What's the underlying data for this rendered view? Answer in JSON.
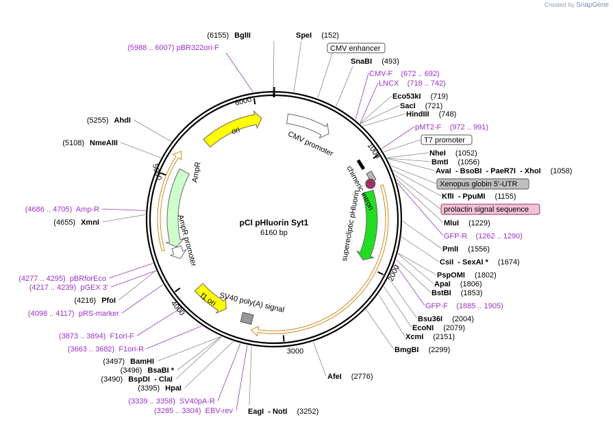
{
  "credit": {
    "prefix": "Created by",
    "brand": "SnapGene"
  },
  "plasmid": {
    "name": "pCI pHluorin Syt1",
    "length_label": "6160 bp",
    "length": 6160
  },
  "ticks": [
    {
      "label": "1000"
    },
    {
      "label": "2000"
    },
    {
      "label": "3000"
    },
    {
      "label": "4000"
    },
    {
      "label": "5000"
    },
    {
      "label": "6000"
    }
  ],
  "features": [
    {
      "name": "CMV enhancer",
      "color": "#ffffff",
      "boxed": true
    },
    {
      "name": "CMV promoter",
      "color": "#ffffff"
    },
    {
      "name": "T7 promoter",
      "color": "#ffffff",
      "boxed": true
    },
    {
      "name": "chimeric intron",
      "color": "#000000"
    },
    {
      "name": "Xenopus globin 5'-UTR",
      "color": "#b8b8b8",
      "boxed": true
    },
    {
      "name": "prolactin signal sequence",
      "color": "#993366",
      "boxed": true
    },
    {
      "name": "superecliptic pHluorin",
      "color": "#22dd22"
    },
    {
      "name": "SV40 poly(A) signal",
      "color": "#999999"
    },
    {
      "name": "f1 ori",
      "color": "#ffff00"
    },
    {
      "name": "AmpR promoter",
      "color": "#ffffff"
    },
    {
      "name": "AmpR",
      "color": "#ccffcc"
    },
    {
      "name": "ori",
      "color": "#ffff00"
    }
  ],
  "labels": {
    "bglII": {
      "name": "BglII",
      "pos": "(6155)"
    },
    "speI": {
      "name": "SpeI",
      "pos": "(152)"
    },
    "pbr322": {
      "text": "(5988 .. 6007)  pBR322ori-F"
    },
    "cmvEnh": {
      "text": "CMV enhancer"
    },
    "snaBI": {
      "name": "SnaBI",
      "pos": "(493)"
    },
    "cmvF": {
      "text": "CMV-F    (672 .. 692)"
    },
    "lncx": {
      "text": "LNCX    (718 .. 742)"
    },
    "eco53kI": {
      "name": "Eco53kI",
      "pos": "(719)"
    },
    "sacI": {
      "name": "SacI",
      "pos": "(721)"
    },
    "hindIII": {
      "name": "HindIII",
      "pos": "(748)"
    },
    "pmt2": {
      "text": "pMT2-F    (972 .. 991)"
    },
    "t7": {
      "text": "T7 promoter"
    },
    "nheI": {
      "name": "NheI",
      "pos": "(1052)"
    },
    "bmtI": {
      "name": "BmtI",
      "pos": "(1056)"
    },
    "avaI": {
      "text": "AvaI  - BsoBI  - PaeR7I  - XhoI",
      "pos": "(1058)"
    },
    "xenopus": {
      "text": "Xenopus globin 5'-UTR"
    },
    "kflI": {
      "text": "KflI  - PpuMI",
      "pos": "(1155)"
    },
    "prolactin": {
      "text": "prolactin signal sequence"
    },
    "mluI": {
      "name": "MluI",
      "pos": "(1229)"
    },
    "gfpR": {
      "text": "GFP-R    (1262 .. 1290)"
    },
    "pmlI": {
      "name": "PmlI",
      "pos": "(1556)"
    },
    "csiI": {
      "text": "CsiI  - SexAI *",
      "pos": "(1674)"
    },
    "pspOMI": {
      "name": "PspOMI",
      "pos": "(1802)"
    },
    "apaI": {
      "name": "ApaI",
      "pos": "(1806)"
    },
    "bstBI": {
      "name": "BstBI",
      "pos": "(1853)"
    },
    "gfpF": {
      "text": "GFP-F    (1885 .. 1905)"
    },
    "bsu36I": {
      "name": "Bsu36I",
      "pos": "(2004)"
    },
    "ecoNI": {
      "name": "EcoNI",
      "pos": "(2079)"
    },
    "xcmI": {
      "name": "XcmI",
      "pos": "(2151)"
    },
    "bmgBI": {
      "name": "BmgBI",
      "pos": "(2299)"
    },
    "afeI": {
      "name": "AfeI",
      "pos": "(2776)"
    },
    "eagI": {
      "text": "EagI  - NotI",
      "pos": "(3252)"
    },
    "ebv": {
      "text": "(3285 .. 3304)  EBV-rev"
    },
    "sv40pa": {
      "text": "(3339 .. 3358)  SV40pA-R"
    },
    "hpaI": {
      "pos": "(3395)",
      "name": "HpaI"
    },
    "bspDI": {
      "pos": "(3490)",
      "text": "BspDI  - ClaI"
    },
    "bsaBI": {
      "pos": "(3496)",
      "name": "BsaBI *"
    },
    "bamHI": {
      "pos": "(3497)",
      "name": "BamHI"
    },
    "f1oriR": {
      "text": "(3663 .. 3682)  F1ori-R"
    },
    "f1oriF": {
      "text": "(3873 .. 3894)  F1ori-F"
    },
    "prs": {
      "text": "(4098 .. 4117)  pRS-marker"
    },
    "pfoI": {
      "pos": "(4216)",
      "name": "PfoI"
    },
    "pgex": {
      "text": "(4217 .. 4239)  pGEX 3'"
    },
    "pbrfor": {
      "text": "(4277 .. 4295)  pBRforEco"
    },
    "xmnI": {
      "pos": "(4655)",
      "name": "XmnI"
    },
    "ampR": {
      "text": "(4686 .. 4705)  Amp-R"
    },
    "nmeAIII": {
      "pos": "(5108)",
      "name": "NmeAIII"
    },
    "ahdI": {
      "pos": "(5255)",
      "name": "AhdI"
    }
  }
}
